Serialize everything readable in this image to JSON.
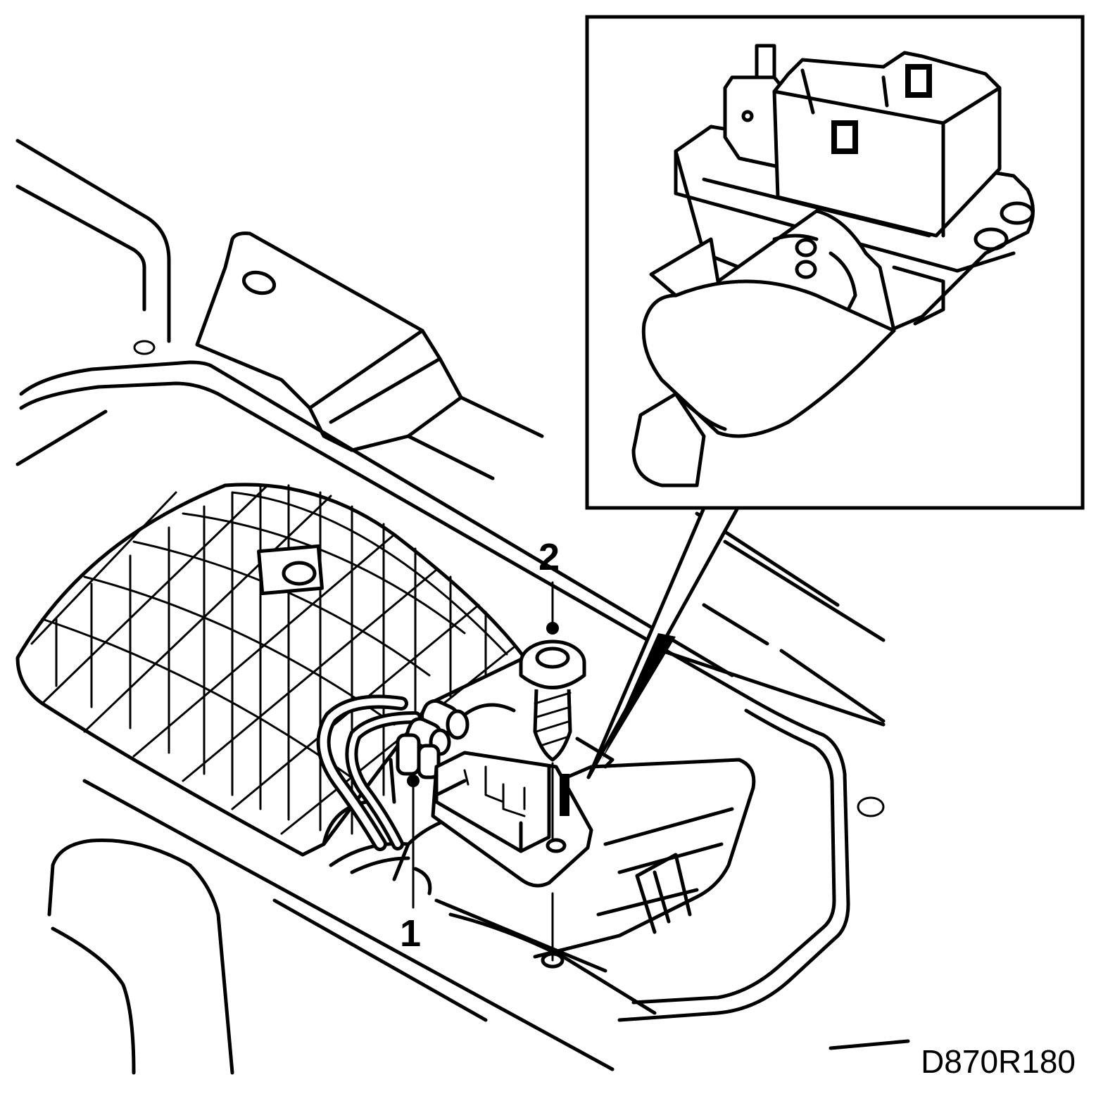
{
  "diagram": {
    "figure_code": "D870R180",
    "callouts": [
      {
        "label": "1",
        "part": "connector"
      },
      {
        "label": "2",
        "part": "screw"
      }
    ]
  }
}
